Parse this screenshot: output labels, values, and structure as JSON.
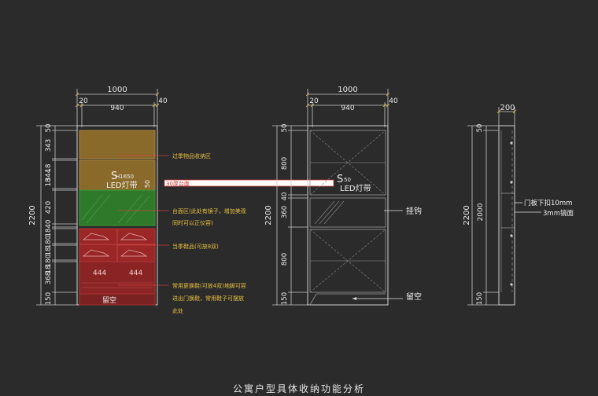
{
  "caption": "公寓户型具体收纳功能分析",
  "left_elevation": {
    "top_total": "1000",
    "top_left": "20",
    "top_mid": "940",
    "top_right": "40",
    "height_total": "2200",
    "side_dims": [
      "50",
      "343",
      "18",
      "344",
      "18",
      "420",
      "40",
      "18",
      "180",
      "18",
      "180",
      "18",
      "368",
      "150"
    ],
    "inner_50": "50",
    "section_s": "S",
    "section_h": "H1650",
    "led": "LED灯带",
    "leaves_label": "留空",
    "shoe_left": "444",
    "shoe_right": "444",
    "annotations": {
      "seasonal": "过季物品收纳区",
      "counter_1": "台面区(此处有镜子，增加美观",
      "counter_2": "同时可以正仪容)",
      "current_shoes": "当季鞋品(可放8双)",
      "daily_1": "常用更换鞋(可放4双)地脚可容",
      "daily_2": "进出门换鞋，常用鞋子可摆放",
      "daily_3": "此处"
    },
    "bar_label": "30厚台面"
  },
  "middle_elevation": {
    "top_total": "1000",
    "top_left": "20",
    "top_mid": "940",
    "top_right": "40",
    "height_total": "2200",
    "side_dims": [
      "50",
      "800",
      "40",
      "360",
      "800",
      "150"
    ],
    "section_s": "S",
    "section_h": "50",
    "led": "LED灯带",
    "hook_label": "挂钩",
    "leave_empty": "留空"
  },
  "right_elevation": {
    "top_total": "200",
    "height_total": "2200",
    "height_inner": "2000",
    "side_dims": [
      "50",
      "150"
    ],
    "door_note": "门板下扣10mm",
    "mirror_note": "3mm镜面"
  }
}
